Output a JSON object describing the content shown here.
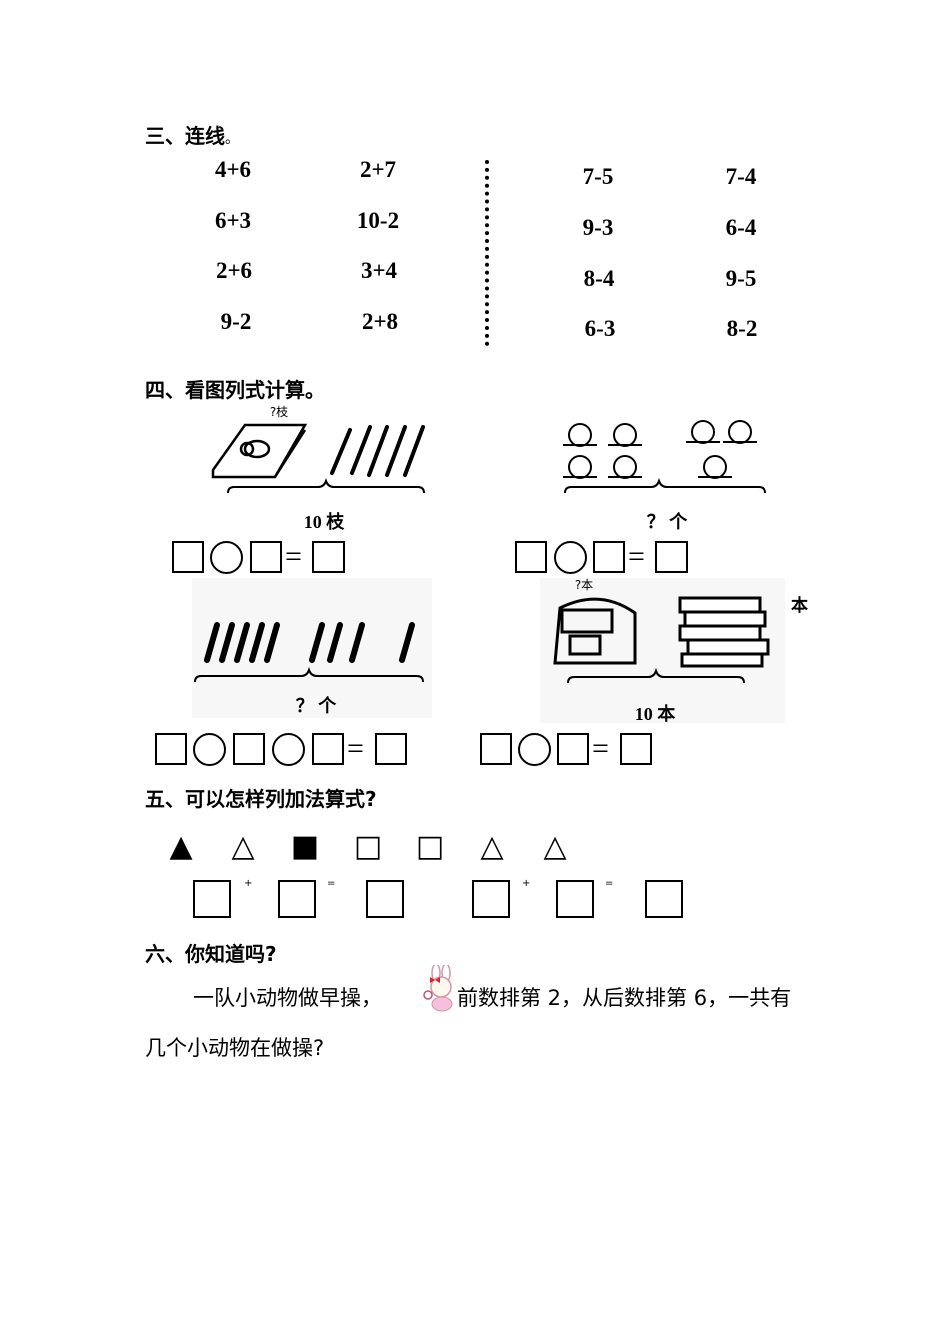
{
  "section3": {
    "title": "三、连线",
    "mark": "。",
    "left_col1": [
      "4+6",
      "6+3",
      "2+6",
      "9-2"
    ],
    "left_col2": [
      "2+7",
      "10-2",
      "3+4",
      "2+8"
    ],
    "right_col1": [
      "7-5",
      "9-3",
      "8-4",
      "6-3"
    ],
    "right_col2": [
      "7-4",
      "6-4",
      "9-5",
      "8-2"
    ]
  },
  "section4": {
    "title": "四、看图列式计算。",
    "pic1": {
      "top_label": "?枝",
      "bottom_label": "10 枝"
    },
    "pic2": {
      "bottom_label": "？ 个"
    },
    "pic3": {
      "bottom_label": "？ 个"
    },
    "pic4": {
      "top_label": "?本",
      "bottom_label": "10 本",
      "side_label": "本"
    },
    "equals": "="
  },
  "section5": {
    "title": "五、可以怎样列加法算式?",
    "shapes": [
      "▲",
      "△",
      "■",
      "□",
      "□",
      "△",
      "△"
    ],
    "plus": "+",
    "equals": "="
  },
  "section6": {
    "title": "六、你知道吗?",
    "line1_a": "一队小动物做早操，",
    "line1_b": "前数排第 2，从后数排第 6，一共有",
    "line2": "几个小动物在做操?"
  }
}
